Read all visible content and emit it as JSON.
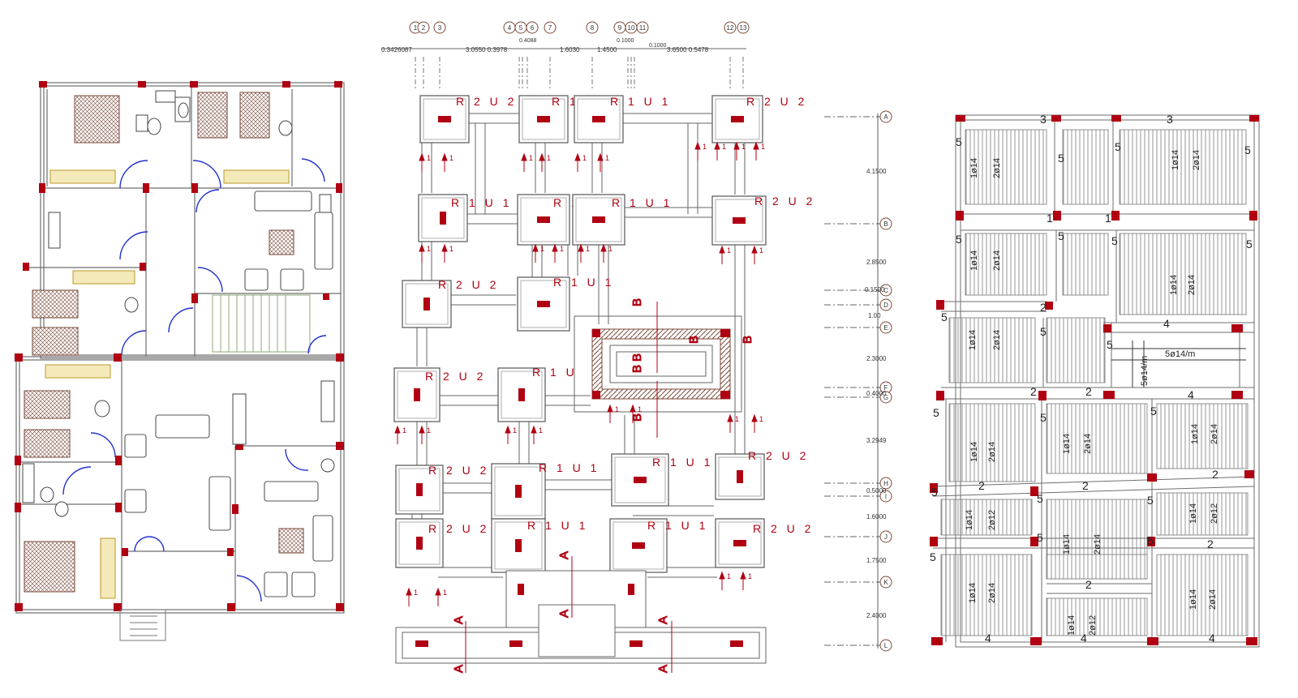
{
  "colors": {
    "line": "#6e6e6e",
    "dark": "#333333",
    "red": "#b00012",
    "brown": "#7a4a3a",
    "yellow": "#e0c85a",
    "blue": "#2233cc",
    "green": "#8fa87a"
  },
  "grid_columns": [
    "1",
    "2",
    "3",
    "4",
    "5",
    "6",
    "7",
    "8",
    "9",
    "10",
    "11",
    "12",
    "13"
  ],
  "grid_rows": [
    "A",
    "B",
    "C",
    "D",
    "E",
    "F",
    "G",
    "H",
    "I",
    "J",
    "K",
    "L"
  ],
  "top_dims": [
    "0.3426087",
    "3.0550 0.3978",
    "1.6030",
    "1.4500",
    "0.1000",
    "3.6500 0.5478",
    "0.4088",
    "0.1000"
  ],
  "side_dims": [
    "4.1500",
    "2.8500",
    "0.1500",
    "1.00",
    "2.3000",
    "0.4000",
    "3.2949",
    "0.5000",
    "1.6000",
    "1.7500",
    "2.4000"
  ],
  "footing_labels": [
    "R 2  U 2",
    "R 1  U 2",
    "R 1  U 1",
    "R 2  U 2",
    "R 1  U 1",
    "R 1  U 1",
    "R 2  U 2",
    "R 1  U 1",
    "R 1  U",
    "R 2  U 2",
    "R 1  U 1",
    "R 1  U 1",
    "R 2  U 2",
    "R 2  U 2",
    "R 2  U 2",
    "R 1  U 1",
    "R 1  U 1",
    "R 2  U 2"
  ],
  "section_marks": [
    "A",
    "A",
    "A",
    "A",
    "A",
    "A",
    "B",
    "B",
    "B",
    "B",
    "B",
    "B",
    "1"
  ],
  "slab": {
    "bars": [
      "1ø14",
      "2ø14",
      "2ø12",
      "5ø14/m",
      "5ø14/m"
    ],
    "beam_marks": [
      "3",
      "4",
      "5",
      "2",
      "1"
    ]
  }
}
